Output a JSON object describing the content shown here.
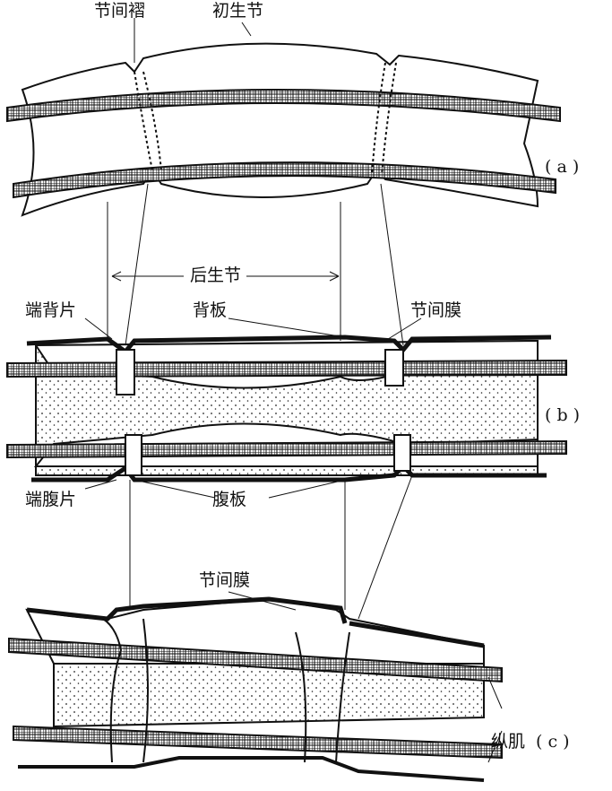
{
  "labels": {
    "intersegmental_fold": "节间褶",
    "primary_segment": "初生节",
    "panel_a": "( a )",
    "secondary_segment": "后生节",
    "acrotergite": "端背片",
    "tergum": "背板",
    "intersegmental_membrane_b": "节间膜",
    "panel_b": "( b )",
    "acrosternite": "端腹片",
    "sternum": "腹板",
    "intersegmental_membrane_c": "节间膜",
    "longitudinal_muscle": "纵肌",
    "panel_c": "( c )"
  }
}
